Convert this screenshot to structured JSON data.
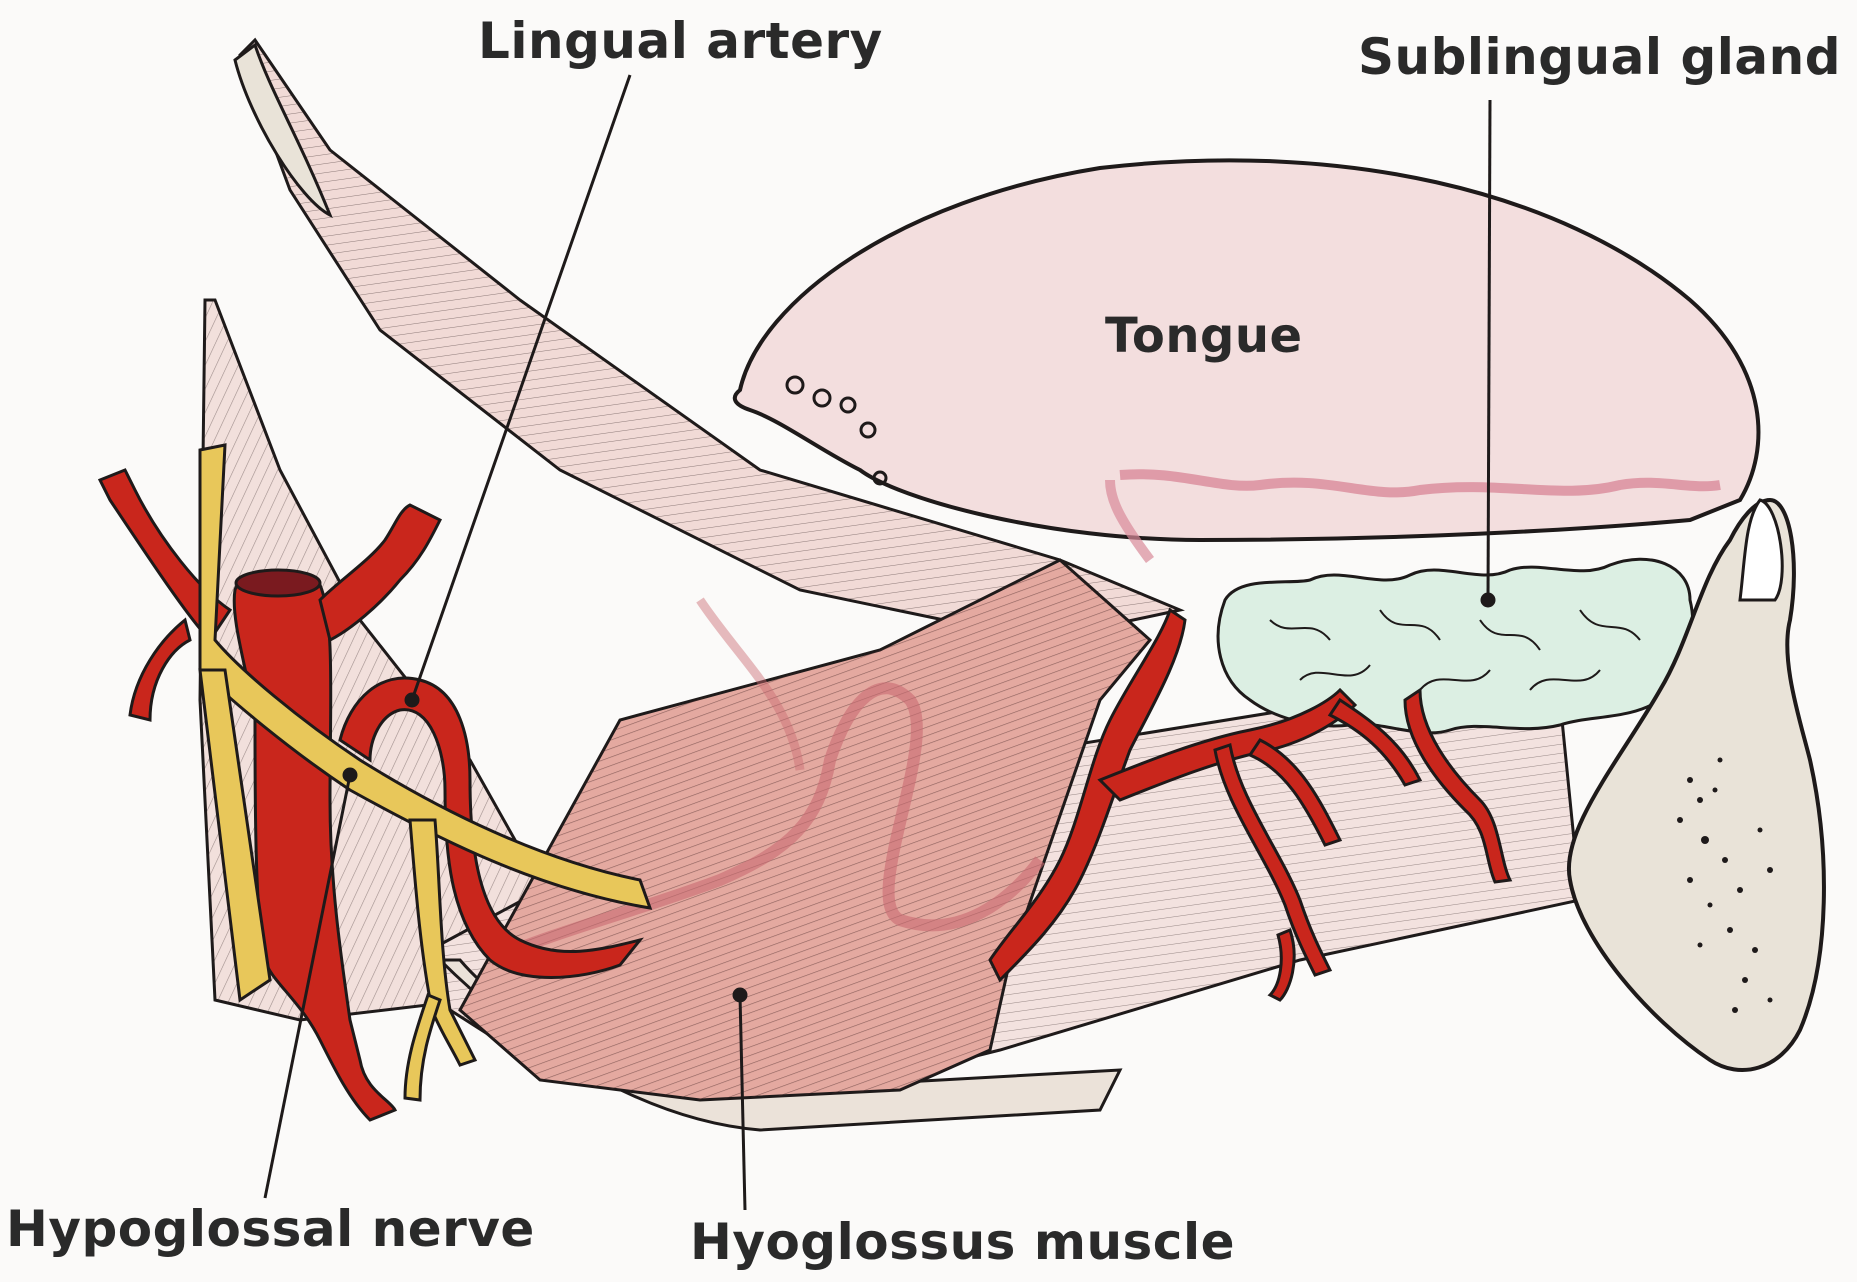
{
  "labels": {
    "lingual_artery": "Lingual artery",
    "sublingual_gland": "Sublingual gland",
    "tongue": "Tongue",
    "hypoglossal_nerve": "Hypoglossal nerve",
    "hyoglossus_muscle": "Hyoglossus muscle"
  },
  "colors": {
    "artery": "#c9261c",
    "nerve": "#e8c75a",
    "tongue": "#f3dede",
    "muscle": "#e4a9a0",
    "gland": "#dcefe3",
    "bone": "#e9e3d8",
    "outline": "#1e1a1a"
  }
}
